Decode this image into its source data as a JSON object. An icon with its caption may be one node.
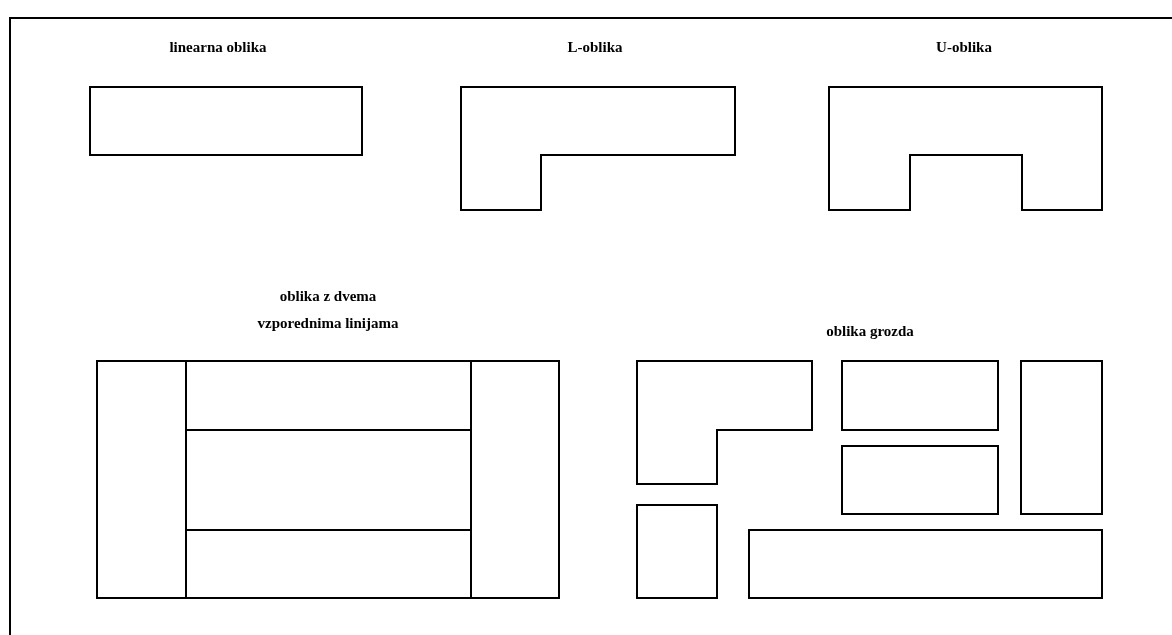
{
  "diagram": {
    "labels": [
      "linearna oblika",
      "L-oblika",
      "U-oblika",
      "oblika z dvema vzporednima linijama",
      "oblika grozda"
    ]
  }
}
